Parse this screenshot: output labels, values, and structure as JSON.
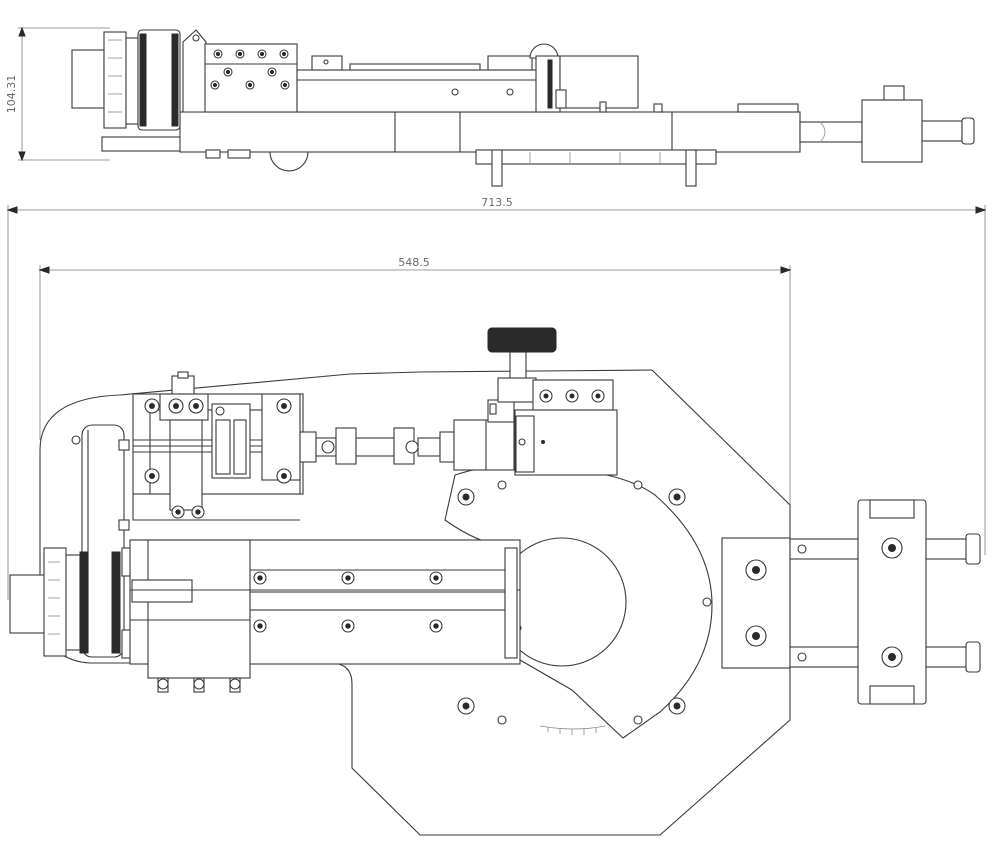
{
  "dimensions": {
    "height_side": "104.31",
    "overall_length": "713.5",
    "inner_length": "548.5"
  },
  "palette": {
    "line": "#3a3a3a",
    "thin": "#8a8a8a",
    "dimension": "#7a7a7a",
    "background": "#ffffff"
  }
}
